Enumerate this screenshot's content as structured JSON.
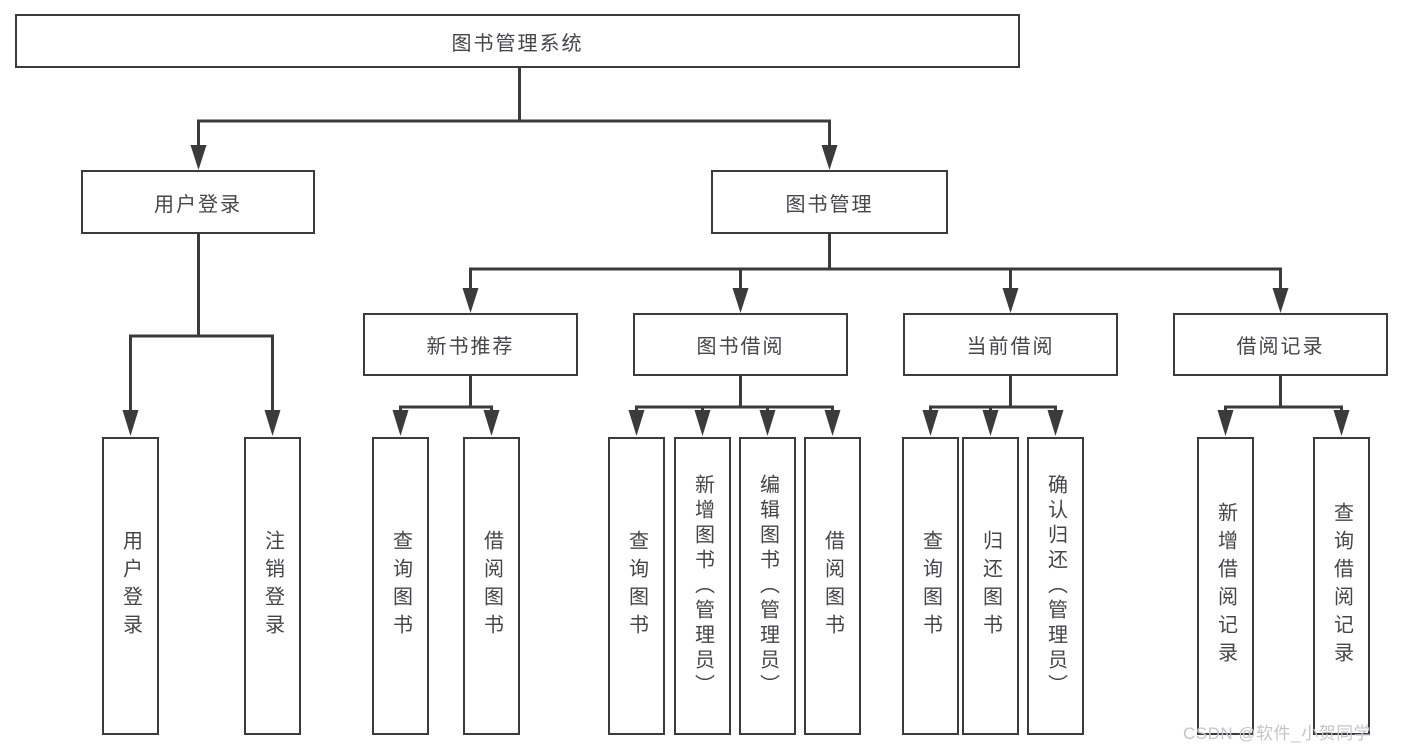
{
  "colors": {
    "line": "#3b3b3b",
    "text": "#45454a",
    "background": "#ffffff",
    "watermark": "#c5c5c9"
  },
  "watermark": {
    "text": "CSDN @软件_小贺同学"
  },
  "tree": {
    "root": {
      "label": "图书管理系统"
    },
    "branches": [
      {
        "label": "用户登录",
        "leaves": [
          {
            "label": "用户登录"
          },
          {
            "label": "注销登录"
          }
        ]
      },
      {
        "label": "图书管理",
        "children": [
          {
            "label": "新书推荐",
            "leaves": [
              {
                "label": "查询图书"
              },
              {
                "label": "借阅图书"
              }
            ]
          },
          {
            "label": "图书借阅",
            "leaves": [
              {
                "label": "查询图书"
              },
              {
                "label": "新增图书（管理员）"
              },
              {
                "label": "编辑图书（管理员）"
              },
              {
                "label": "借阅图书"
              }
            ]
          },
          {
            "label": "当前借阅",
            "leaves": [
              {
                "label": "查询图书"
              },
              {
                "label": "归还图书"
              },
              {
                "label": "确认归还（管理员）"
              }
            ]
          },
          {
            "label": "借阅记录",
            "leaves": [
              {
                "label": "新增借阅记录"
              },
              {
                "label": "查询借阅记录"
              }
            ]
          }
        ]
      }
    ]
  }
}
